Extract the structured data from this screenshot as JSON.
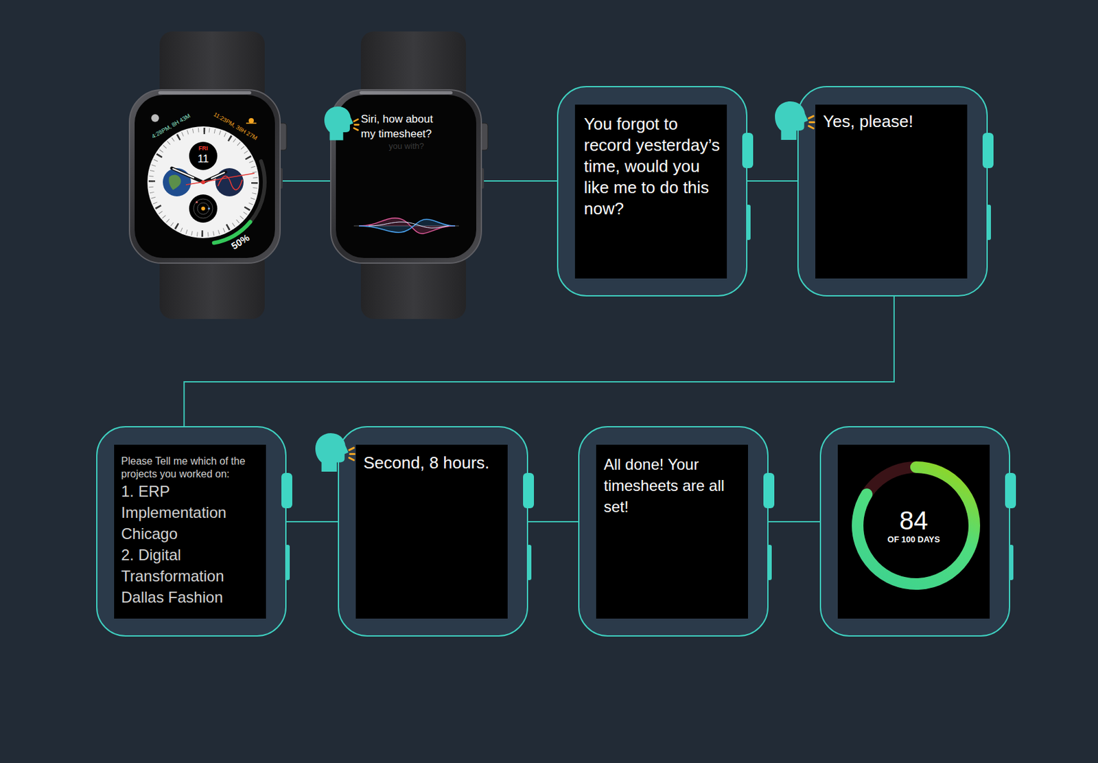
{
  "diagram": {
    "nodes": [
      {
        "text": [
          "4:28PM, 8H 43M",
          "11:23PM, 38H 27M",
          "FRI",
          "11",
          "50%"
        ]
      },
      {
        "text": [
          "Siri, how about my timesheet?",
          "you with?"
        ]
      },
      {
        "text": [
          "You forgot to record yesterday’s time, would you like me to do this now?"
        ]
      },
      {
        "text": [
          "Yes, please!"
        ]
      },
      {
        "text": [
          "Please Tell me which of the projects you worked on:",
          "1. ERP Implementation Chicago",
          "2. Digital Transformation Dallas Fashion"
        ]
      },
      {
        "text": [
          "Second, 8 hours."
        ]
      },
      {
        "text": [
          "All done! Your timesheets are all set!"
        ]
      },
      {
        "text": [
          "84",
          "OF 100 DAYS"
        ]
      }
    ],
    "edges": [
      {
        "from": 0,
        "to": 1,
        "arrow": "none"
      },
      {
        "from": 1,
        "to": 2,
        "arrow": "none"
      },
      {
        "from": 2,
        "to": 3,
        "arrow": "none"
      },
      {
        "from": 3,
        "to": 4,
        "arrow": "none"
      },
      {
        "from": 4,
        "to": 5,
        "arrow": "none"
      },
      {
        "from": 5,
        "to": 6,
        "arrow": "none"
      },
      {
        "from": 6,
        "to": 7,
        "arrow": "none"
      }
    ]
  }
}
